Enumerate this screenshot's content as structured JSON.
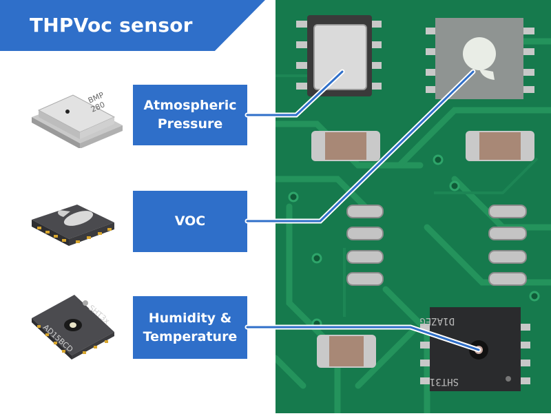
{
  "title": "THPVoc sensor",
  "labels": {
    "pressure": "Atmospheric\nPressure",
    "voc": "VOC",
    "humidity": "Humidity &\nTemperature"
  },
  "chip_markings": {
    "bmp280_line1": "BMP",
    "bmp280_line2": "280",
    "sht3x_side": "SHT3x",
    "sht3x_code": "AD15BCD",
    "pcb_sht31": "SHT31",
    "pcb_code": "D1AZEG"
  },
  "colors": {
    "accent_blue": "#2f6fc9",
    "pcb_green": "#167a4d",
    "trace_green": "#24935c"
  }
}
